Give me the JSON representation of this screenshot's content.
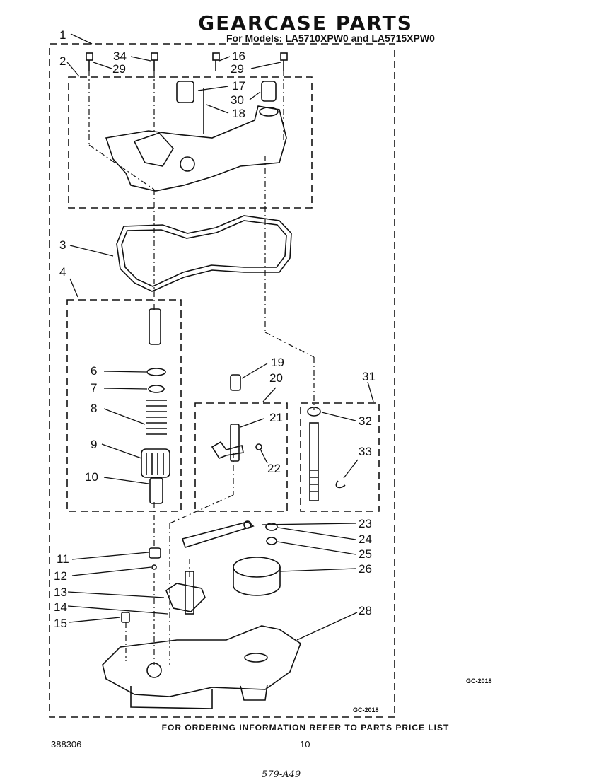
{
  "title": "GEARCASE PARTS",
  "subtitle": "For Models: LA5710XPW0 and LA5715XPW0",
  "footer_note": "FOR ORDERING INFORMATION REFER TO PARTS PRICE LIST",
  "document_number": "388306",
  "page_number": "10",
  "handwritten_note": "579-A49",
  "drawing_code_right": "GC-2018",
  "drawing_code_inner": "GC-2018",
  "callouts": [
    "1",
    "2",
    "3",
    "4",
    "6",
    "7",
    "8",
    "9",
    "10",
    "11",
    "12",
    "13",
    "14",
    "15",
    "16",
    "17",
    "18",
    "19",
    "20",
    "21",
    "22",
    "23",
    "24",
    "25",
    "26",
    "28",
    "29",
    "29",
    "30",
    "31",
    "32",
    "33",
    "34"
  ]
}
